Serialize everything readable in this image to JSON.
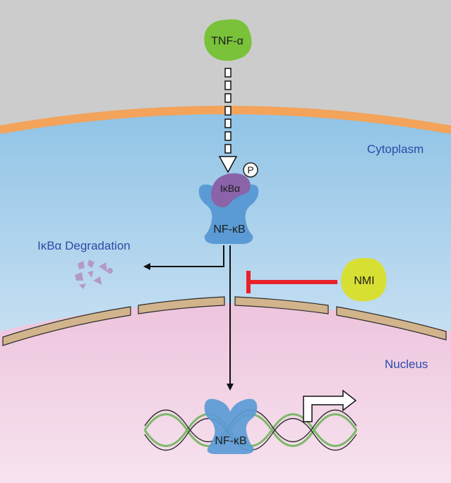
{
  "labels": {
    "tnf": "TNF-α",
    "cytoplasm": "Cytoplasm",
    "nucleus": "Nucleus",
    "ikba": "IκBα",
    "phospho": "P",
    "nfkb_cyto": "NF-κB",
    "nfkb_nuc": "NF-κB",
    "degradation": "IκBα Degradation",
    "nmi": "NMI"
  },
  "colors": {
    "extracellular": "#cccccc",
    "membrane": "#f3a35a",
    "cytoplasm_top": "#8fc3e6",
    "cytoplasm_bottom": "#e6f0f8",
    "nucleus": "#f0cde3",
    "nuclear_envelope": "#d2b48c",
    "tnf": "#79c23a",
    "nmi": "#d8df33",
    "nfkb": "#5b9bd5",
    "ikba": "#8a63a8",
    "fragments": "#b499c6",
    "inhibition": "#e8202a",
    "dna_strand": "#7db86a"
  }
}
